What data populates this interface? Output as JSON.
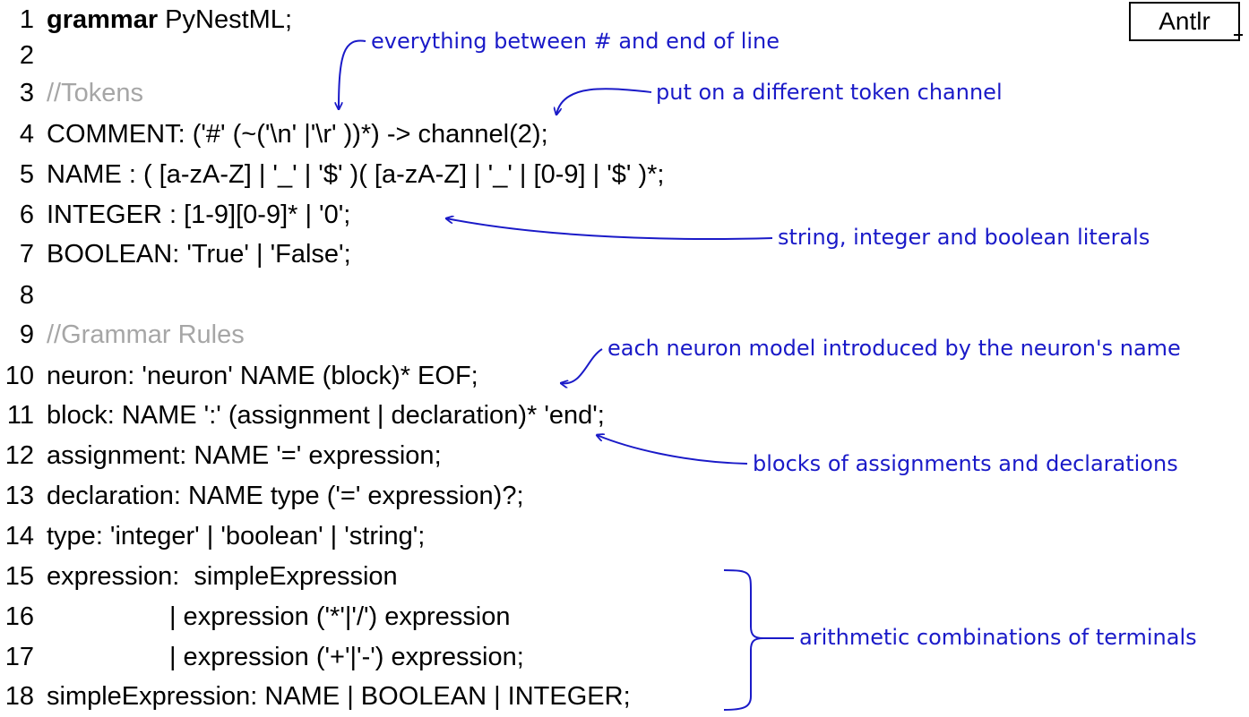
{
  "badge": {
    "label": "Antlr"
  },
  "code_lines": [
    {
      "num": "1",
      "keyword": "grammar",
      "text": " PyNestML;",
      "style": "code"
    },
    {
      "num": "2",
      "keyword": "",
      "text": "",
      "style": "code"
    },
    {
      "num": "3",
      "keyword": "",
      "text": "//Tokens",
      "style": "comment"
    },
    {
      "num": "4",
      "keyword": "",
      "text": "COMMENT: ('#' (~('\\n' |'\\r' ))*) -> channel(2);",
      "style": "code"
    },
    {
      "num": "5",
      "keyword": "",
      "text": "NAME : ( [a-zA-Z] | '_' | '$' )( [a-zA-Z] | '_' | [0-9] | '$' )*;",
      "style": "code"
    },
    {
      "num": "6",
      "keyword": "",
      "text": "INTEGER : [1-9][0-9]* | '0';",
      "style": "code"
    },
    {
      "num": "7",
      "keyword": "",
      "text": "BOOLEAN: 'True' | 'False';",
      "style": "code"
    },
    {
      "num": "8",
      "keyword": "",
      "text": "",
      "style": "code"
    },
    {
      "num": "9",
      "keyword": "",
      "text": "//Grammar Rules",
      "style": "comment"
    },
    {
      "num": "10",
      "keyword": "",
      "text": "neuron: 'neuron' NAME (block)* EOF;",
      "style": "code"
    },
    {
      "num": "11",
      "keyword": "",
      "text": "block: NAME ':' (assignment | declaration)* 'end';",
      "style": "code"
    },
    {
      "num": "12",
      "keyword": "",
      "text": "assignment: NAME '=' expression;",
      "style": "code"
    },
    {
      "num": "13",
      "keyword": "",
      "text": "declaration: NAME type ('=' expression)?;",
      "style": "code"
    },
    {
      "num": "14",
      "keyword": "",
      "text": "type: 'integer' | 'boolean' | 'string';",
      "style": "code"
    },
    {
      "num": "15",
      "keyword": "",
      "text": "expression:  simpleExpression",
      "style": "code"
    },
    {
      "num": "16",
      "keyword": "",
      "text": "                 | expression ('*'|'/') expression",
      "style": "code"
    },
    {
      "num": "17",
      "keyword": "",
      "text": "                 | expression ('+'|'-') expression;",
      "style": "code"
    },
    {
      "num": "18",
      "keyword": "",
      "text": "simpleExpression: NAME | BOOLEAN | INTEGER;",
      "style": "code"
    }
  ],
  "annotations": [
    {
      "id": "comment-note",
      "text": "everything between # and end of line"
    },
    {
      "id": "channel-note",
      "text": "put on a different token channel"
    },
    {
      "id": "literals-note",
      "text": "string, integer and boolean literals"
    },
    {
      "id": "neuron-note",
      "text": "each neuron model introduced by the neuron's name"
    },
    {
      "id": "blocks-note",
      "text": "blocks of assignments and declarations"
    },
    {
      "id": "arith-note",
      "text": "arithmetic combinations of terminals"
    }
  ],
  "colors": {
    "annotation": "#1a1ac8",
    "comment": "#a6a6a6",
    "code": "#000000"
  }
}
